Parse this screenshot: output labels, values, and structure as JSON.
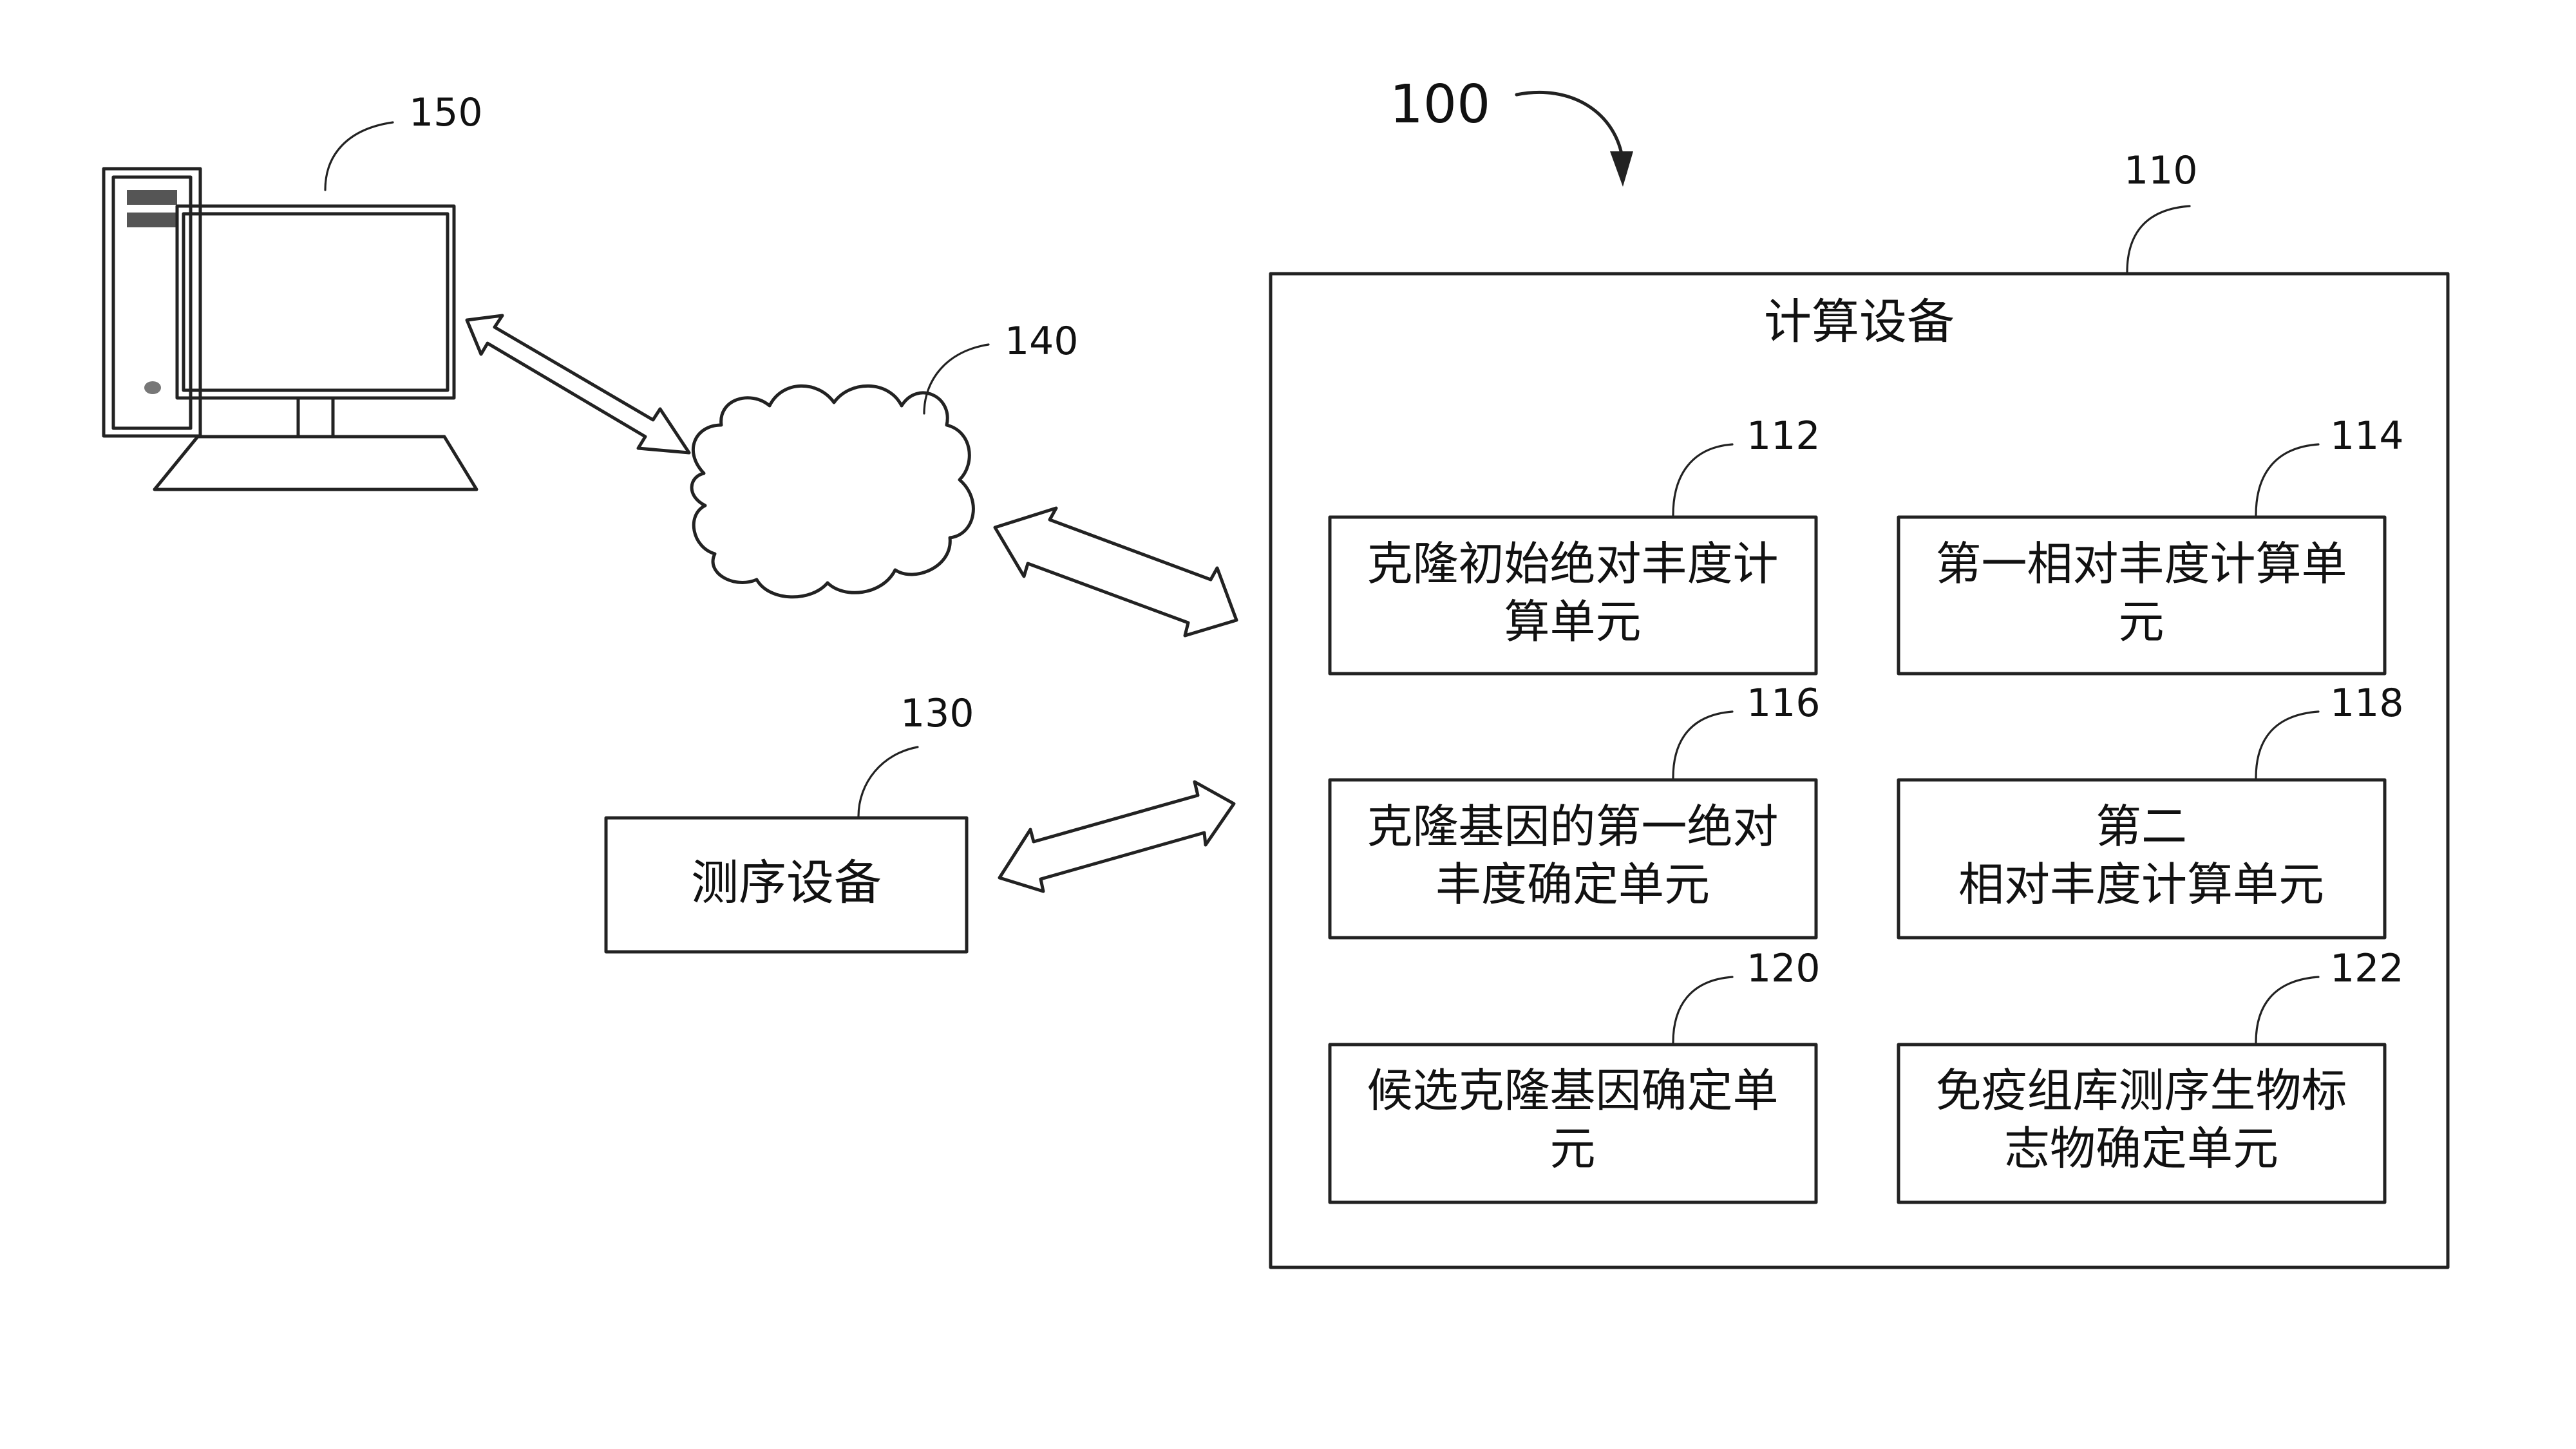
{
  "system_ref": "100",
  "computer": {
    "ref": "150"
  },
  "network": {
    "ref": "140"
  },
  "sequencer": {
    "ref": "130",
    "label": "测序设备"
  },
  "computing_device": {
    "ref": "110",
    "title": "计算设备",
    "units": [
      {
        "ref": "112",
        "lines": [
          "克隆初始绝对丰度计",
          "算单元"
        ]
      },
      {
        "ref": "114",
        "lines": [
          "第一相对丰度计算单",
          "元"
        ]
      },
      {
        "ref": "116",
        "lines": [
          "克隆基因的第一绝对",
          "丰度确定单元"
        ]
      },
      {
        "ref": "118",
        "lines": [
          "第二",
          "相对丰度计算单元"
        ]
      },
      {
        "ref": "120",
        "lines": [
          "候选克隆基因确定单",
          "元"
        ]
      },
      {
        "ref": "122",
        "lines": [
          "免疫组库测序生物标",
          "志物确定单元"
        ]
      }
    ]
  }
}
